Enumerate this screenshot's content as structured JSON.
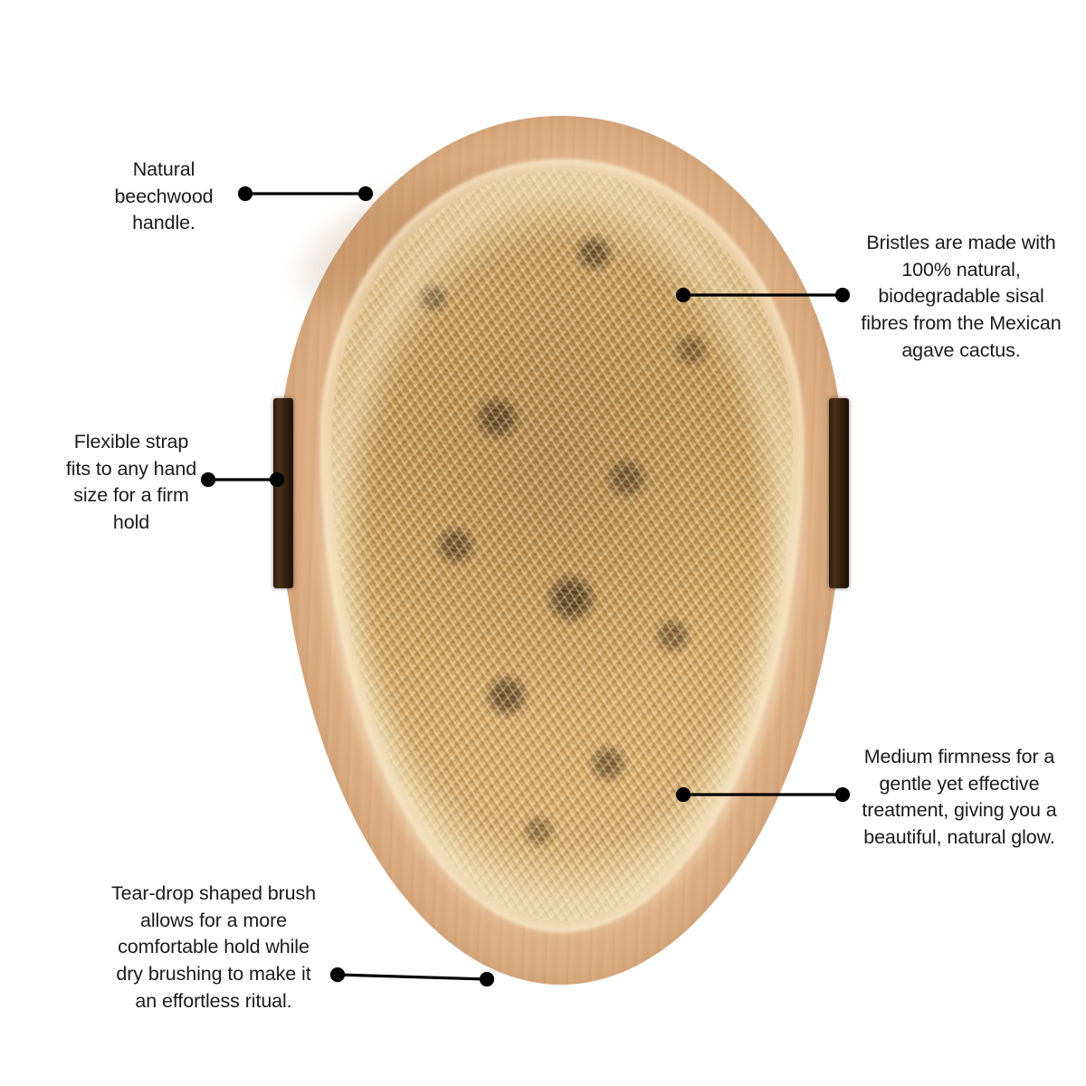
{
  "product": {
    "name": "dry body brush",
    "alt": "Tear-drop shaped beechwood dry body brush with natural sisal bristles",
    "colors": {
      "wood": "#e0b184",
      "wood_light": "#e8c9a8",
      "wood_dark": "#bd8553",
      "bristle_gold": "#c89a52",
      "bristle_cream": "#f0dcb0",
      "bristle_shadow": "#6b4a22",
      "strap": "#33210f",
      "elastic": "#f2f2f0"
    }
  },
  "theme": {
    "background": "#ffffff",
    "text": "#1a1a1a",
    "leader_line": "#000000"
  },
  "callouts": [
    {
      "id": "handle",
      "text": "Natural\nbeechwood\nhandle.",
      "side": "left"
    },
    {
      "id": "bristles",
      "text": "Bristles are made with\n100% natural,\nbiodegradable sisal\nfibres from the Mexican\nagave cactus.",
      "side": "right"
    },
    {
      "id": "strap",
      "text": "Flexible strap\nfits to any hand\nsize for a firm\nhold",
      "side": "left"
    },
    {
      "id": "firmness",
      "text": "Medium firmness for a\ngentle yet effective\ntreatment, giving you a\nbeautiful, natural glow.",
      "side": "right"
    },
    {
      "id": "shape",
      "text": "Tear-drop shaped brush\nallows for a more\ncomfortable hold while\ndry brushing to make it\nan effortless ritual.",
      "side": "left"
    }
  ]
}
